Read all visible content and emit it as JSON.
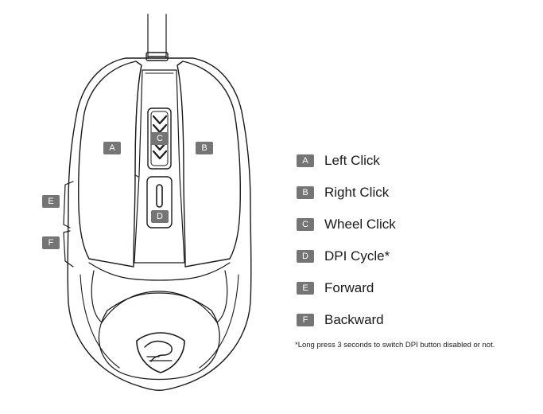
{
  "diagram": {
    "callouts": [
      {
        "letter": "A",
        "label": "Left Click"
      },
      {
        "letter": "B",
        "label": "Right Click"
      },
      {
        "letter": "C",
        "label": "Wheel Click"
      },
      {
        "letter": "D",
        "label": "DPI Cycle*"
      },
      {
        "letter": "E",
        "label": "Forward"
      },
      {
        "letter": "F",
        "label": "Backward"
      }
    ],
    "footnote": "*Long press 3 seconds to switch DPI button disabled or not."
  },
  "colors": {
    "badge": "#757575",
    "line": "#1a1a1a"
  },
  "icons": {
    "logo": "cougar-logo-icon"
  }
}
